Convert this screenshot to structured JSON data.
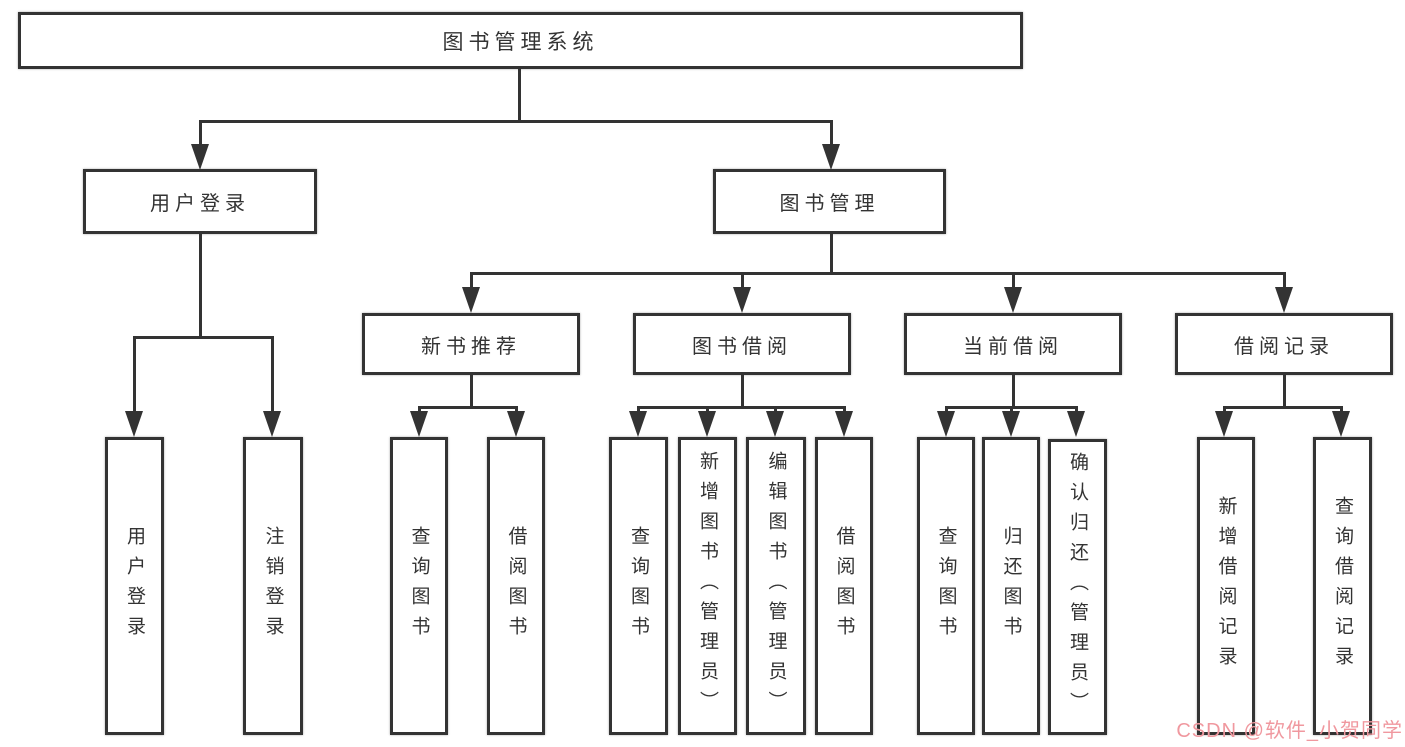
{
  "colors": {
    "line": "#333333",
    "text": "#333333",
    "box_fill": "#ffffff",
    "watermark": "#f0989f"
  },
  "watermark": "CSDN @软件_小贺同学",
  "tree": {
    "root": "图书管理系统",
    "branches": [
      {
        "label": "用户登录",
        "children": [
          "用户登录",
          "注销登录"
        ]
      },
      {
        "label": "图书管理",
        "groups": [
          {
            "label": "新书推荐",
            "children": [
              "查询图书",
              "借阅图书"
            ]
          },
          {
            "label": "图书借阅",
            "children": [
              "查询图书",
              "新增图书（管理员）",
              "编辑图书（管理员）",
              "借阅图书"
            ]
          },
          {
            "label": "当前借阅",
            "children": [
              "查询图书",
              "归还图书",
              "确认归还（管理员）"
            ]
          },
          {
            "label": "借阅记录",
            "children": [
              "新增借阅记录",
              "查询借阅记录"
            ]
          }
        ]
      }
    ]
  }
}
